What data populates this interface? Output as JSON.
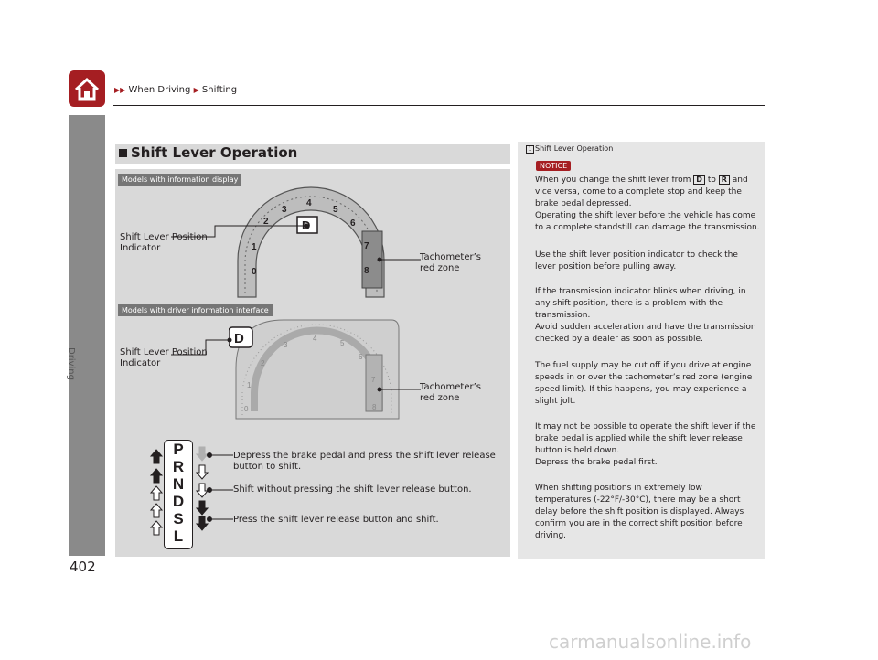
{
  "breadcrumb": {
    "part1": "When Driving",
    "part2": "Shifting"
  },
  "section_tab": "Driving",
  "page_number": "402",
  "section_heading": "Shift Lever Operation",
  "figure": {
    "model_tab_1": "Models with information display",
    "model_tab_2": "Models with driver information interface",
    "callout_position_1": [
      "Shift Lever Position",
      "Indicator"
    ],
    "callout_tach_1": [
      "Tachometer’s",
      "red zone"
    ],
    "callout_position_2": [
      "Shift Lever Position",
      "Indicator"
    ],
    "callout_tach_2": [
      "Tachometer’s",
      "red zone"
    ],
    "gear_letters": [
      "P",
      "R",
      "N",
      "D",
      "S",
      "L"
    ],
    "indicator_letter": "D",
    "tach1_numbers": [
      "0",
      "1",
      "2",
      "3",
      "4",
      "5",
      "6",
      "7",
      "8"
    ],
    "tach2_numbers": [
      "0",
      "1",
      "2",
      "3",
      "4",
      "5",
      "6",
      "7",
      "8"
    ],
    "legend_1": [
      "Depress the brake pedal and press the shift lever release",
      "button to shift."
    ],
    "legend_2": "Shift without pressing the shift lever release button.",
    "legend_3": "Press the shift lever release button and shift."
  },
  "note": {
    "title": "Shift Lever Operation",
    "notice": "NOTICE",
    "p1_pre": "When you change the shift lever from",
    "p1_key1": "D",
    "p1_mid": "to",
    "p1_key2": "R",
    "p1_post": "and",
    "p1_lines": [
      "vice versa, come to a complete stop and keep the",
      "brake pedal depressed.",
      "Operating the shift lever before the vehicle has come",
      "to a complete standstill can damage the transmission."
    ],
    "p2": [
      "Use the shift lever position indicator to check the",
      "lever position before pulling away."
    ],
    "p3": [
      "If the transmission indicator blinks when driving, in",
      "any shift position, there is a problem with the",
      "transmission.",
      "Avoid sudden acceleration and have the transmission",
      "checked by a dealer as soon as possible."
    ],
    "p4": [
      "The fuel supply may be cut off if you drive at engine",
      "speeds in or over the tachometer’s red zone (engine",
      "speed limit). If this happens, you may experience a",
      "slight jolt."
    ],
    "p5": [
      "It may not be possible to operate the shift lever if the",
      "brake pedal is applied while the shift lever release",
      "button is held down.",
      "Depress the brake pedal first."
    ],
    "p6": [
      "When shifting positions in extremely low",
      "temperatures (-22°F/-30°C), there may be a short",
      "delay before the shift position is displayed. Always",
      "confirm you are in the correct shift position before",
      "driving."
    ]
  },
  "watermark": "carmanualsonline.info",
  "colors": {
    "accent": "#a51e22",
    "panel": "#d9d9d9",
    "note_panel": "#e6e6e6",
    "tab": "#767676"
  }
}
